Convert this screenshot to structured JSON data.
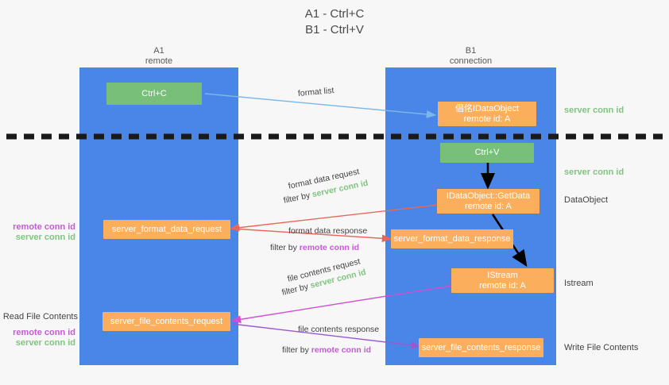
{
  "title": {
    "line1": "A1 - Ctrl+C",
    "line2": "B1 - Ctrl+V"
  },
  "lanes": [
    {
      "name": "A1",
      "sub": "remote"
    },
    {
      "name": "B1",
      "sub": "connection"
    }
  ],
  "boxes": {
    "ctrl_c": "Ctrl+C",
    "ctrl_v": "Ctrl+V",
    "idataobject_l1": "倡佲IDataObject",
    "idataobject_l2": "remote id: A",
    "getdata_l1": "IDataObject::GetData",
    "getdata_l2": "remote id: A",
    "istream_l1": "IStream",
    "istream_l2": "remote id: A",
    "server_format_data_request": "server_format_data_request",
    "server_format_data_response": "server_format_data_response",
    "server_file_contents_request": "server_file_contents_request",
    "server_file_contents_response": "server_file_contents_response"
  },
  "right_labels": {
    "server_conn_id_1": "server conn id",
    "server_conn_id_2": "server conn id",
    "dataobject": "DataObject",
    "istream": "Istream",
    "write_file_contents": "Write File Contents"
  },
  "left_labels": {
    "remote_conn_id_1": "remote conn id",
    "server_conn_id_1": "server conn id",
    "read_file_contents": "Read File Contents",
    "remote_conn_id_2": "remote conn id",
    "server_conn_id_2": "server conn id"
  },
  "edge_labels": {
    "format_list": "format list",
    "format_data_request": "format data request",
    "format_data_request_filter_prefix": "filter by ",
    "format_data_request_filter_value": "server conn id",
    "format_data_response": "format data response",
    "format_data_response_filter_prefix": "filter by ",
    "format_data_response_filter_value": "remote conn id",
    "file_contents_request": "file contents request",
    "file_contents_request_filter_prefix": "filter by ",
    "file_contents_request_filter_value": "server conn id",
    "file_contents_response": "file contents response",
    "file_contents_response_filter_prefix": "filter by ",
    "file_contents_response_filter_value": "remote conn id"
  },
  "colors": {
    "lane": "#4a86e8",
    "green_box": "#78c07a",
    "orange_box": "#fbaf5d",
    "server_conn_id": "#7fc47f",
    "remote_conn_id": "#c65ad6",
    "arrow_blue": "#7ab8e8",
    "arrow_red": "#e8675a",
    "arrow_magenta": "#d04ed0",
    "arrow_purple": "#9b59d0",
    "arrow_black": "#000000",
    "divider": "#1a1a1a",
    "background": "#f7f7f7"
  }
}
